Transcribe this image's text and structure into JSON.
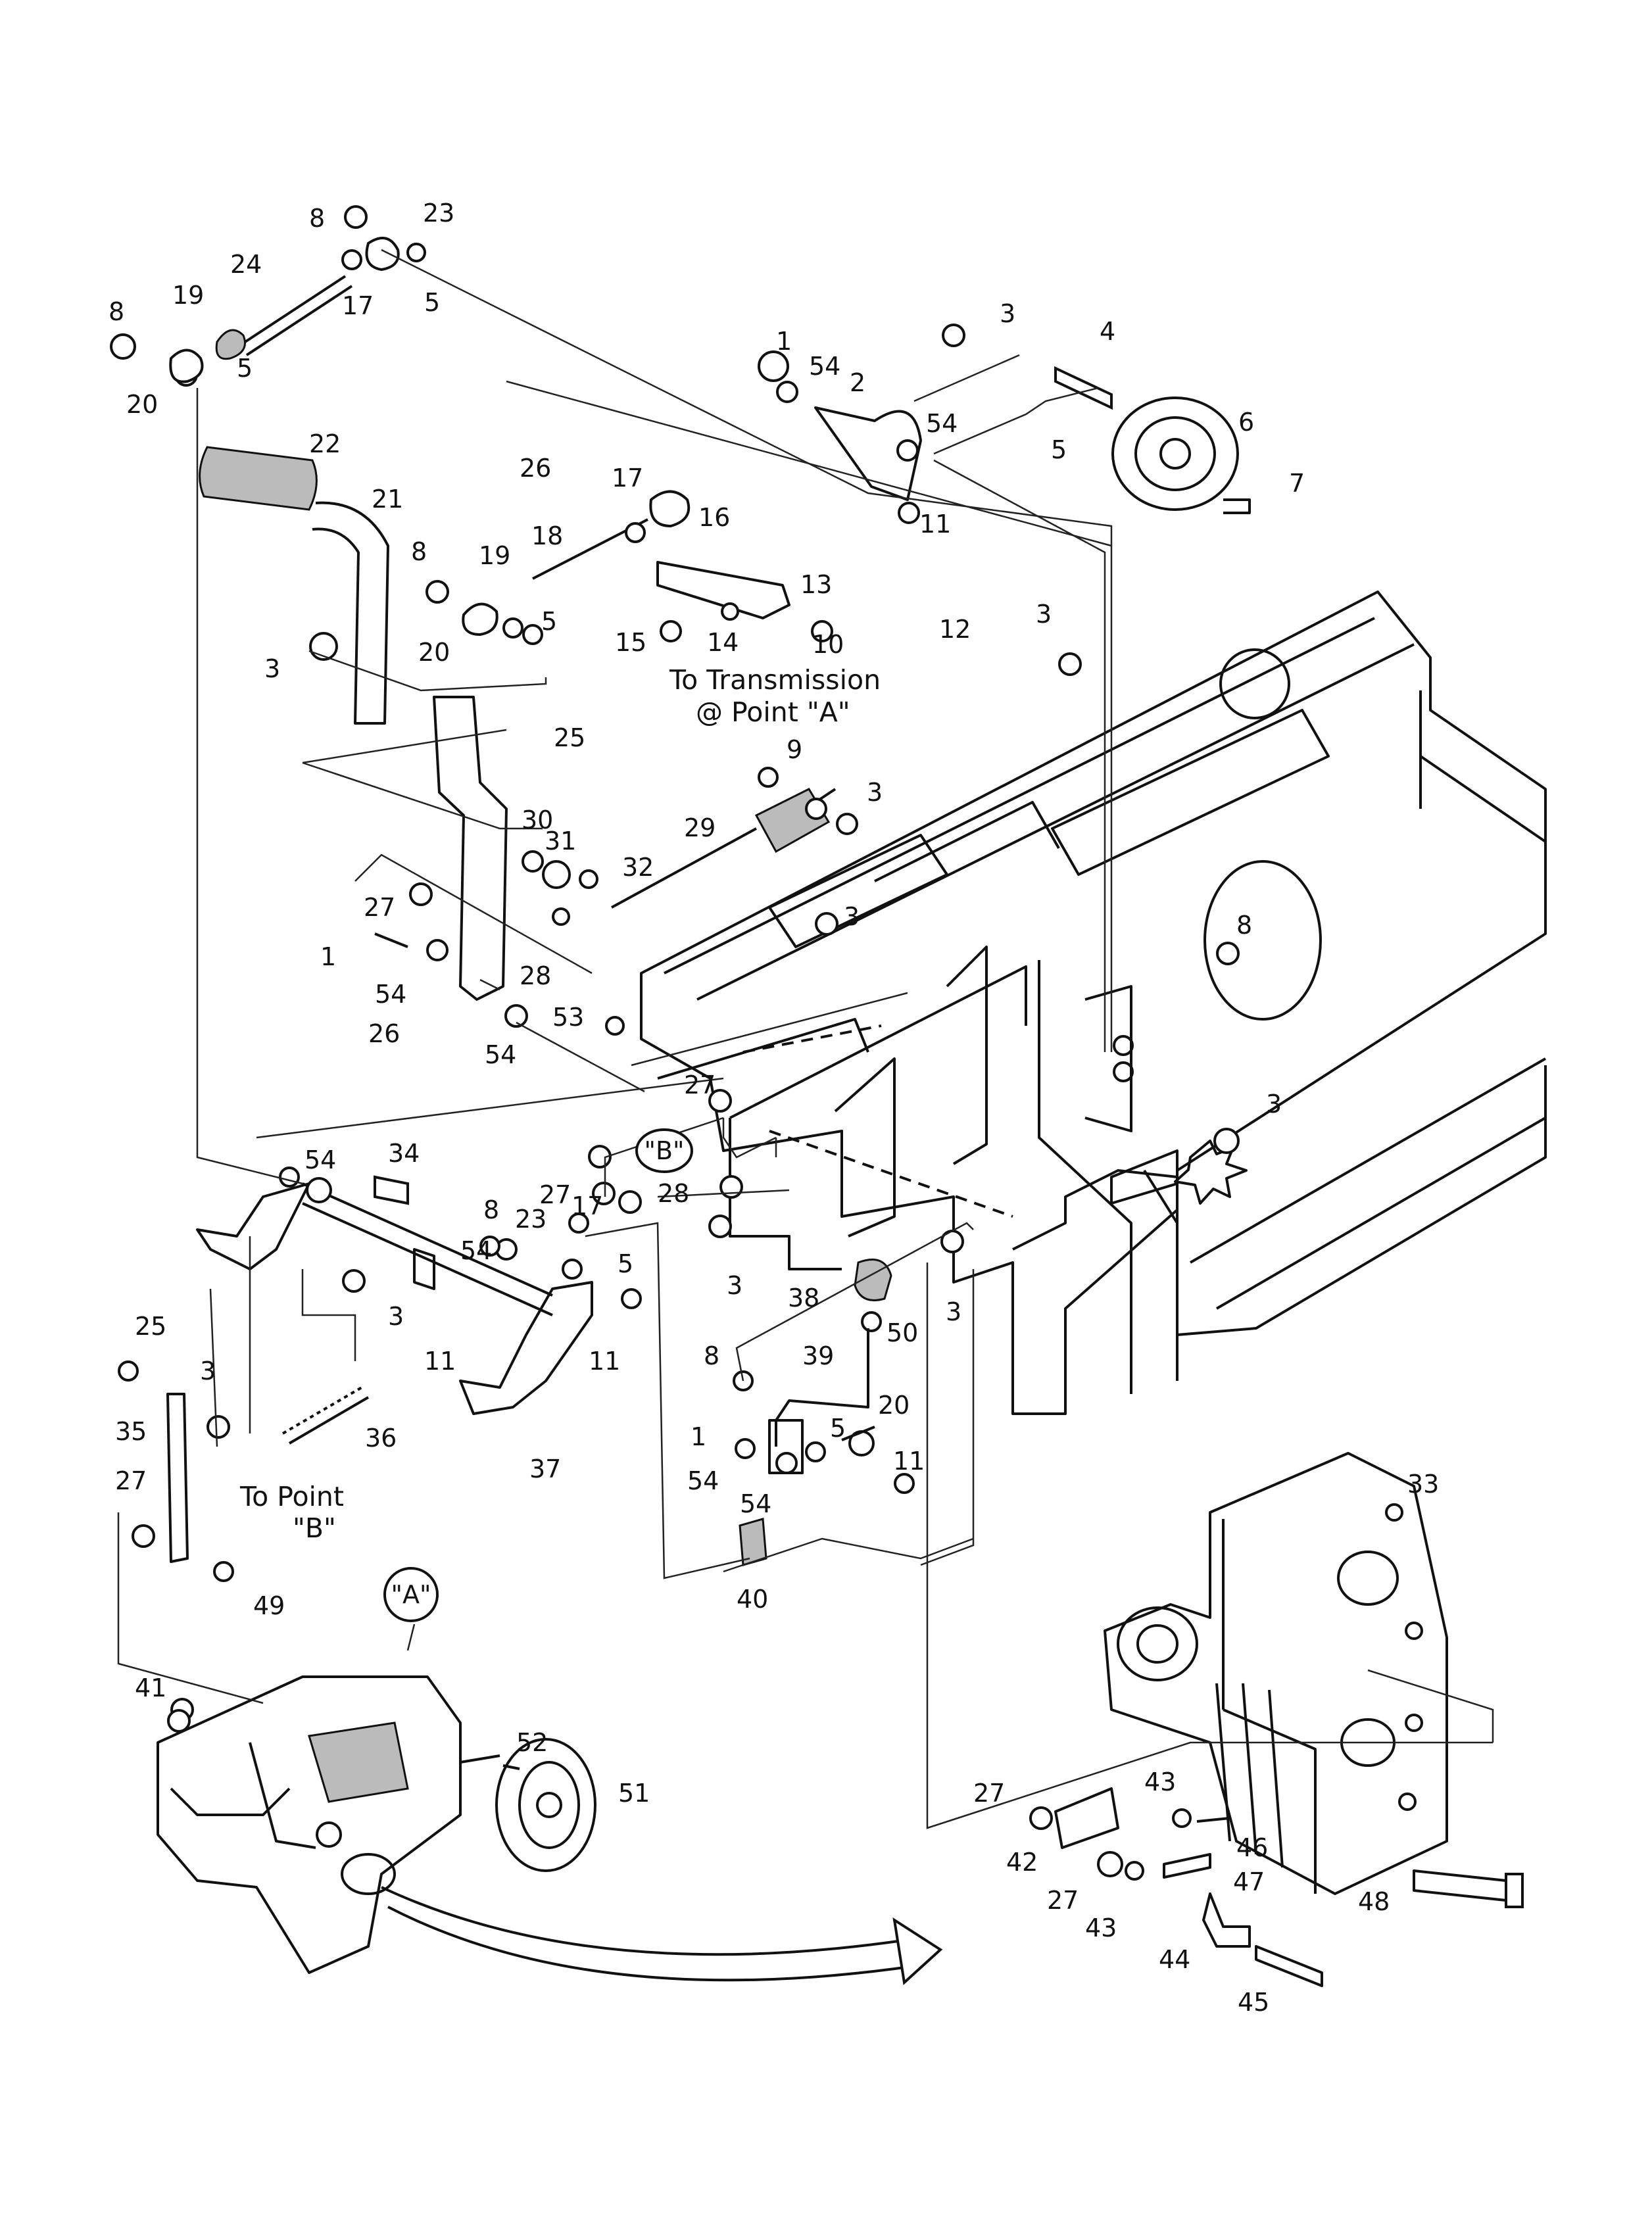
{
  "notes": {
    "to_transmission_line1": "To Transmission",
    "to_transmission_line2": "@ Point \"A\"",
    "to_point_line1": "To Point",
    "to_point_line2": "\"B\"",
    "callout_a": "\"A\"",
    "callout_b": "\"B\""
  },
  "labels": {
    "l8a": "8",
    "l23a": "23",
    "l24": "24",
    "l17a": "17",
    "l5a": "5",
    "l8b": "8",
    "l19a": "19",
    "l20a": "20",
    "l5b": "5",
    "l1a": "1",
    "l54a": "54",
    "l2": "2",
    "l54b": "54",
    "l3a": "3",
    "l4": "4",
    "l5c": "5",
    "l6": "6",
    "l7": "7",
    "l11a": "11",
    "l22": "22",
    "l21": "21",
    "l26a": "26",
    "l17b": "17",
    "l16": "16",
    "l18": "18",
    "l13": "13",
    "l8c": "8",
    "l19b": "19",
    "l5d": "5",
    "l20b": "20",
    "l15": "15",
    "l14": "14",
    "l10": "10",
    "l3b": "3",
    "l12": "12",
    "l3c": "3",
    "l25a": "25",
    "l9": "9",
    "l3d": "3",
    "l29": "29",
    "l30": "30",
    "l31": "31",
    "l32": "32",
    "l27a": "27",
    "l28a": "28",
    "l1b": "1",
    "l54c": "54",
    "l26b": "26",
    "l53": "53",
    "l54d": "54",
    "l3e": "3",
    "l8d": "8",
    "l27b": "27",
    "l27c": "27",
    "l28b": "28",
    "l3f": "3",
    "l54e": "54",
    "l34": "34",
    "l8e": "8",
    "l23b": "23",
    "l17c": "17",
    "l54f": "54",
    "l5e": "5",
    "l3g": "3",
    "l11b": "11",
    "l11c": "11",
    "l3h": "3",
    "l38": "38",
    "l50": "50",
    "l3i": "3",
    "l25b": "25",
    "l3j": "3",
    "l35": "35",
    "l36": "36",
    "l37": "37",
    "l8f": "8",
    "l39": "39",
    "l1c": "1",
    "l5f": "5",
    "l20c": "20",
    "l54g": "54",
    "l54h": "54",
    "l11d": "11",
    "l27d": "27",
    "l49": "49",
    "l40": "40",
    "l33": "33",
    "l41": "41",
    "l52": "52",
    "l51": "51",
    "l27e": "27",
    "l43a": "43",
    "l46": "46",
    "l42": "42",
    "l47": "47",
    "l27f": "27",
    "l43b": "43",
    "l48": "48",
    "l44": "44",
    "l45": "45"
  }
}
